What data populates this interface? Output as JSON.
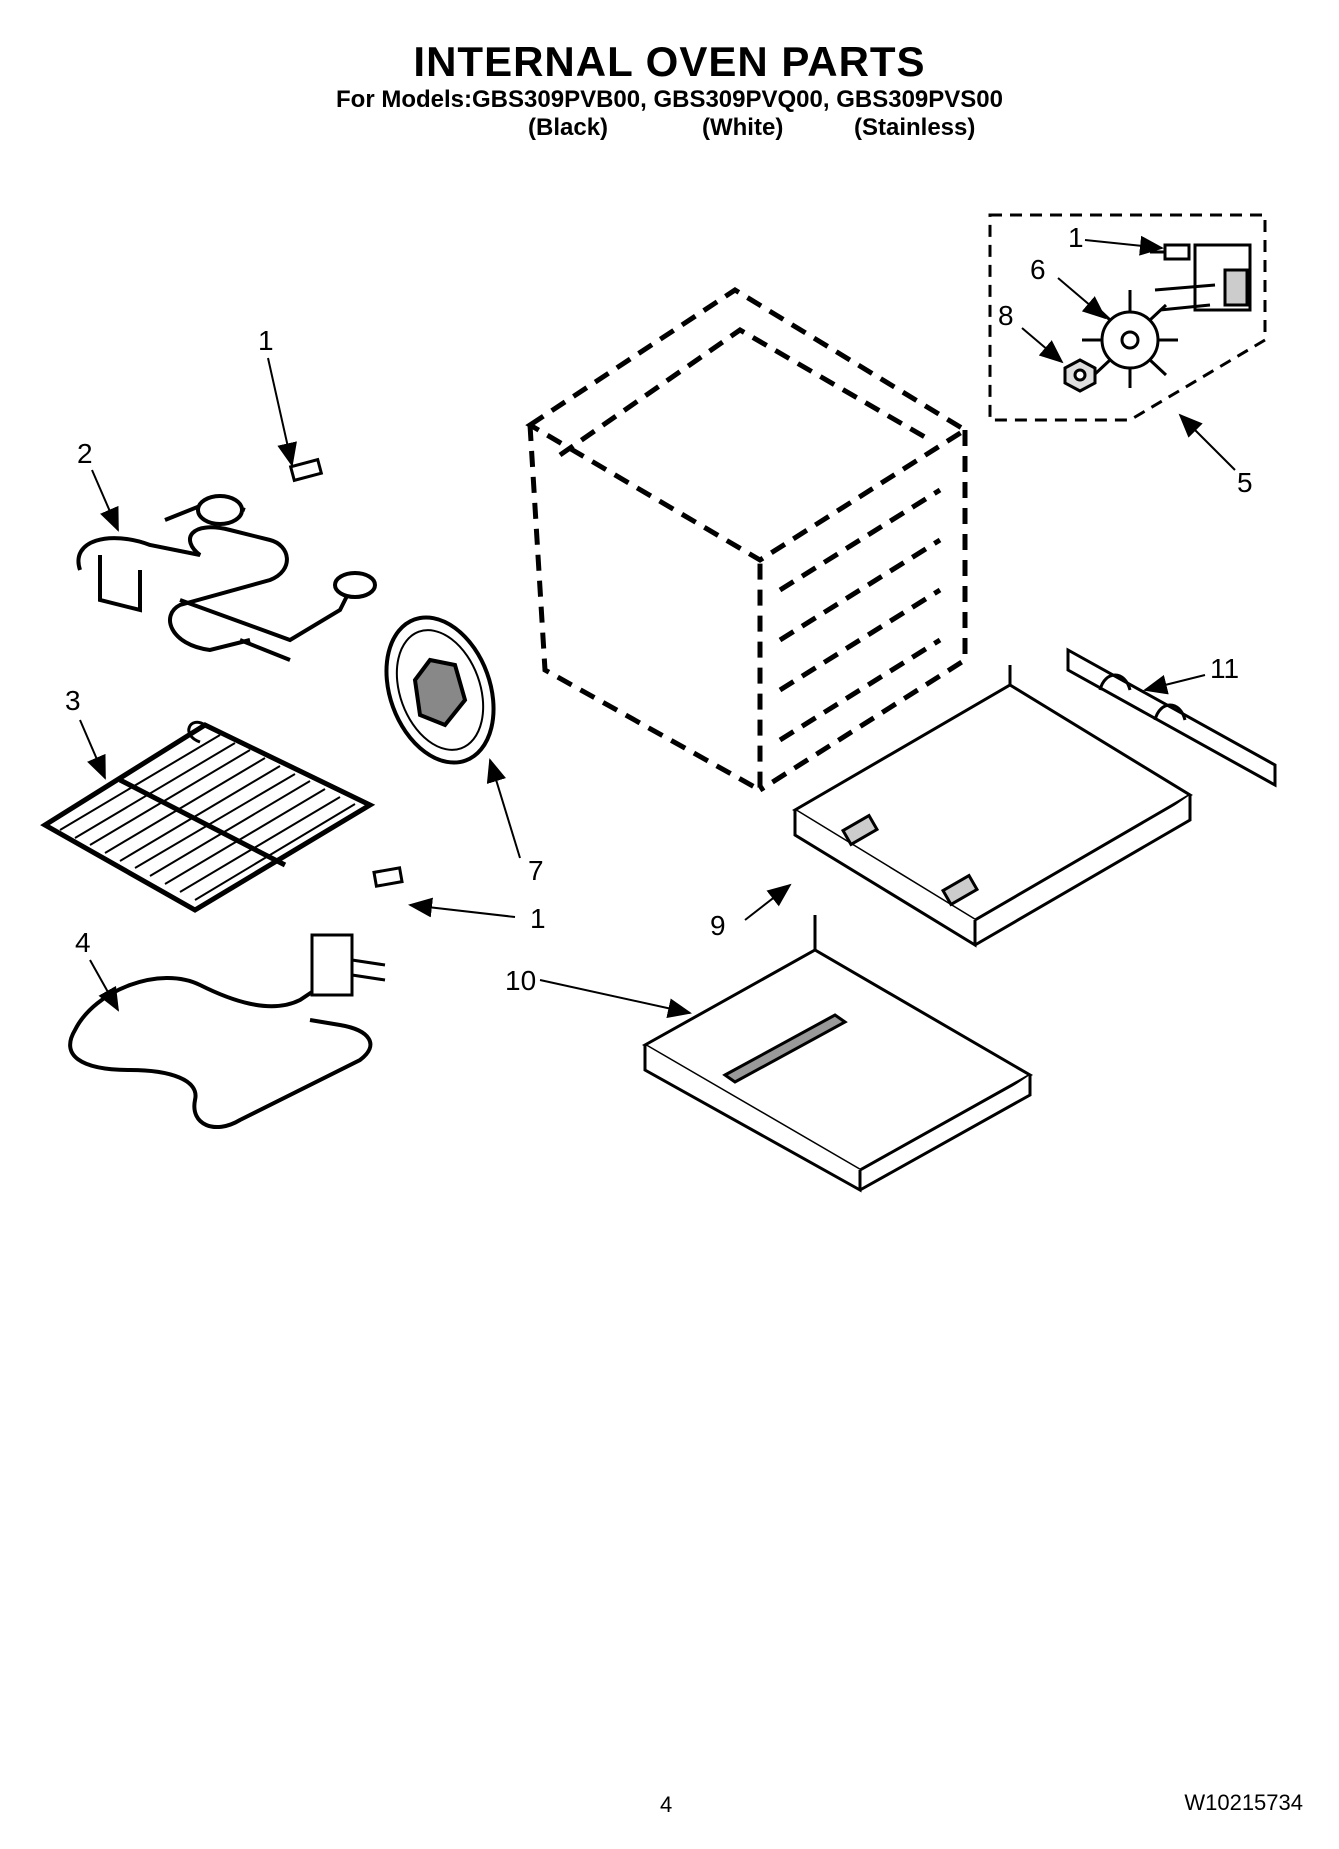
{
  "header": {
    "title": "INTERNAL OVEN PARTS",
    "models_line": "For Models:GBS309PVB00, GBS309PVQ00, GBS309PVS00",
    "colors": [
      "(Black)",
      "(White)",
      "(Stainless)"
    ]
  },
  "callouts": {
    "c1_top": "1",
    "c1_fan": "1",
    "c1_bake": "1",
    "c2": "2",
    "c3": "3",
    "c4": "4",
    "c5": "5",
    "c6": "6",
    "c7": "7",
    "c8": "8",
    "c9": "9",
    "c10": "10",
    "c11": "11"
  },
  "footer": {
    "page_number": "4",
    "doc_number": "W10215734"
  }
}
